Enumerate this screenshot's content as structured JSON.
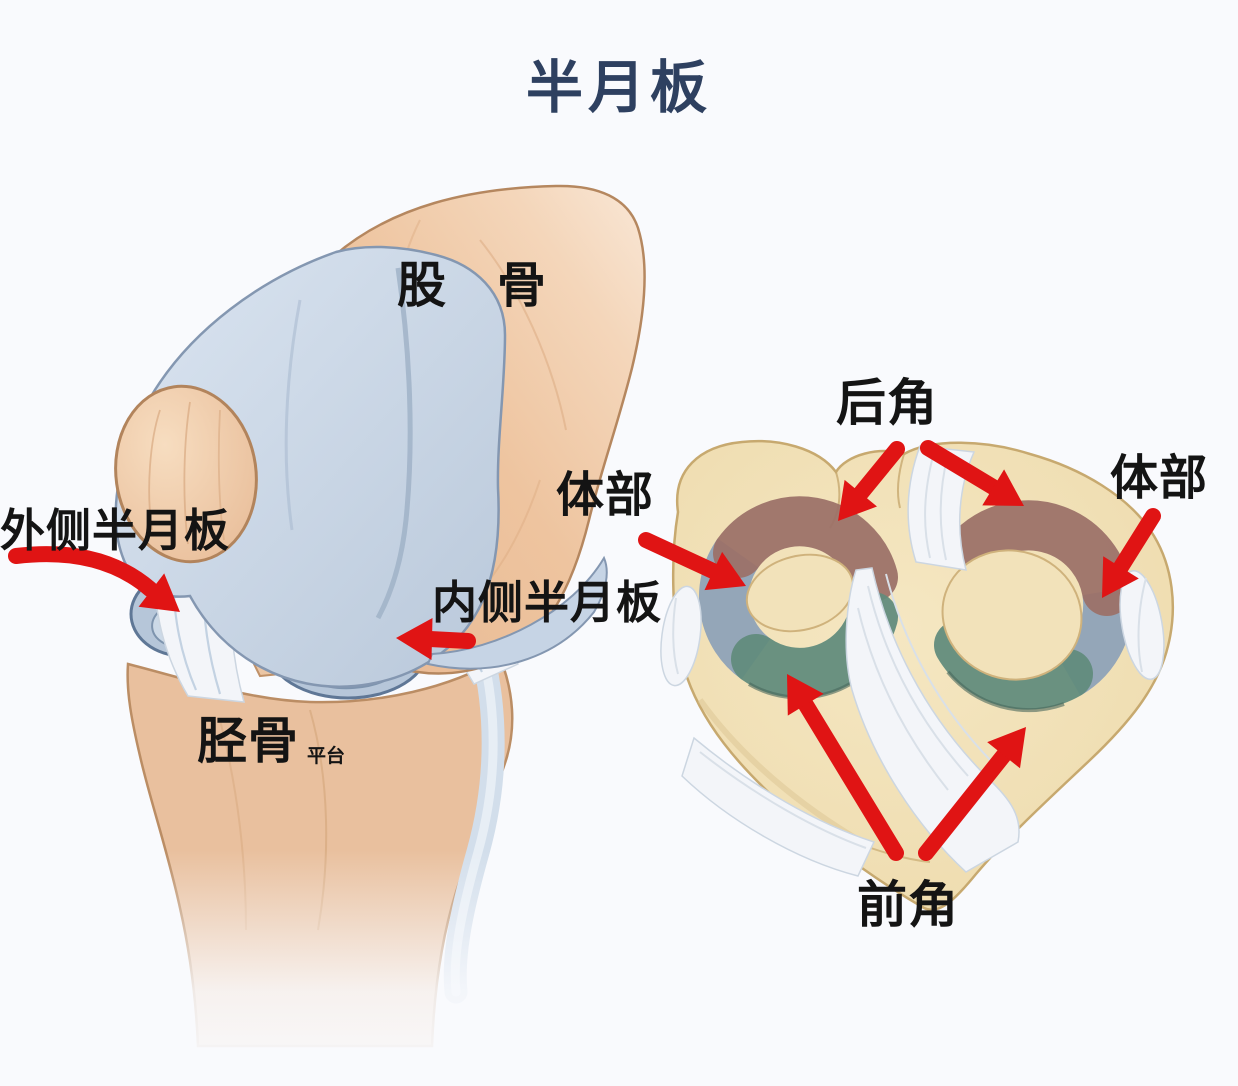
{
  "title": "半月板",
  "side_view": {
    "femur_label": "股　骨",
    "lateral_meniscus_label": "外侧半月板",
    "medial_meniscus_label": "内侧半月板",
    "tibia_label": "胫骨",
    "tibia_plateau_label": "平台"
  },
  "top_view": {
    "posterior_horn_label": "后角",
    "body_left_label": "体部",
    "body_right_label": "体部",
    "anterior_horn_label": "前角"
  },
  "colors": {
    "background": "#f9fafd",
    "label_text": "#141414",
    "title_text": "#2e4060",
    "arrow_red": "#e01414",
    "bone_skin": "#ecc3a2",
    "cartilage_blue": "#ccd9e9",
    "meniscus_side_blue": "#b6c6d9",
    "plateau_cream": "#f2e2ba",
    "ring_body_blue": "#8da2b8",
    "ring_posterior_brown": "#9b7168",
    "ring_anterior_green": "#618b7c",
    "ligament_white": "#f3f5f9"
  }
}
